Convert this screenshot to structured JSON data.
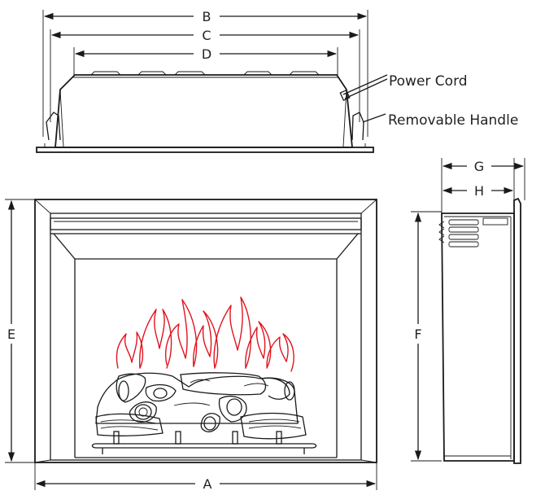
{
  "labels": {
    "A": "A",
    "B": "B",
    "C": "C",
    "D": "D",
    "E": "E",
    "F": "F",
    "G": "G",
    "H": "H"
  },
  "callouts": {
    "power_cord": "Power Cord",
    "removable_handle": "Removable Handle"
  },
  "colors": {
    "line": "#1a1a1a",
    "flame": "#e0141e"
  }
}
